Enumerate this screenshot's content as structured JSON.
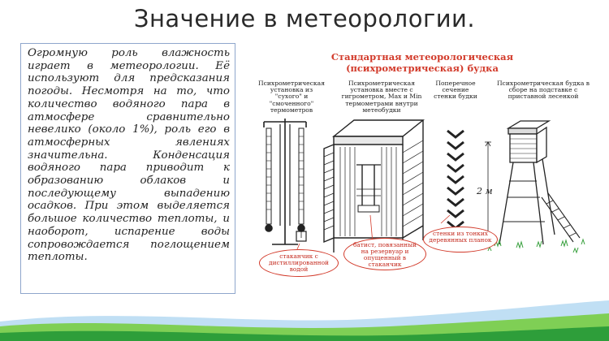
{
  "slide": {
    "title": "Значение в метеорологии.",
    "paragraph": "Огромную роль влажность играет в метеорологии. Её используют для предсказания погоды. Несмотря на то, что количество водяного пара в атмосфере сравнительно невелико (около 1%), роль его в атмосферных явлениях значительна. Конденсация водяного пара приводит к образованию облаков и последующему выпадению осадков. При этом выделяется большое количество теплоты, и наоборот, испарение воды сопровождается поглощением теплоты."
  },
  "diagram": {
    "title_line1": "Стандартная метеорологическая",
    "title_line2": "(психрометрическая) будка",
    "label_1": "Психрометрическая установка из \"сухого\" и \"смоченного\" термометров",
    "label_2": "Психрометрическая установка вместе с гигрометром, Max и Min термометрами внутри метеобудки",
    "label_3": "Поперечное сечение стенки будки",
    "label_4": "Психрометрическая будка в сборе на подставке с приставной лесенкой",
    "callout_1": "стаканчик с дистиллированной водой",
    "callout_2": "батист, повязанный на резервуар и опущенный в стаканчик",
    "callout_3": "стенки из тонких деревянных планок",
    "height_label": "2 м"
  },
  "colors": {
    "accent_red": "#d23a2a",
    "box_border": "#8fa6cc",
    "grass_dark": "#2e9e3a",
    "grass_light": "#7fcf55",
    "sky_blue": "#4aa3df"
  }
}
